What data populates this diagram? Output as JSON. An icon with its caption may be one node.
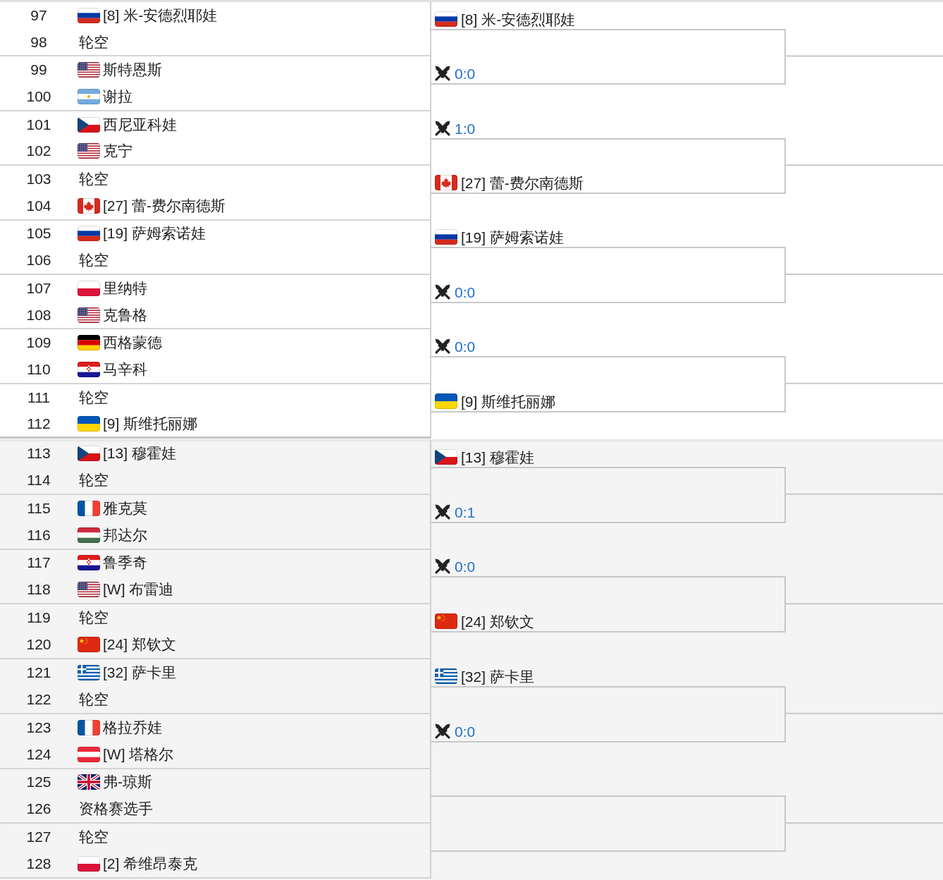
{
  "diagram": {
    "nodes": [
      {
        "text": [
          "97",
          "[8] 米-安德烈耶娃",
          "98",
          "轮空"
        ]
      },
      {
        "text": [
          "99",
          "斯特恩斯",
          "100",
          "谢拉"
        ]
      },
      {
        "text": [
          "101",
          "西尼亚科娃",
          "102",
          "克宁"
        ]
      },
      {
        "text": [
          "103",
          "轮空",
          "104",
          "[27] 蕾-费尔南德斯"
        ]
      },
      {
        "text": [
          "105",
          "[19] 萨姆索诺娃",
          "106",
          "轮空"
        ]
      },
      {
        "text": [
          "107",
          "里纳特",
          "108",
          "克鲁格"
        ]
      },
      {
        "text": [
          "109",
          "西格蒙德",
          "110",
          "马辛科"
        ]
      },
      {
        "text": [
          "111",
          "轮空",
          "112",
          "[9] 斯维托丽娜"
        ]
      },
      {
        "text": [
          "113",
          "[13] 穆霍娃",
          "114",
          "轮空"
        ]
      },
      {
        "text": [
          "115",
          "雅克莫",
          "116",
          "邦达尔"
        ]
      },
      {
        "text": [
          "117",
          "鲁季奇",
          "118",
          "[W] 布雷迪"
        ]
      },
      {
        "text": [
          "119",
          "轮空",
          "120",
          "[24] 郑钦文"
        ]
      },
      {
        "text": [
          "121",
          "[32] 萨卡里",
          "122",
          "轮空"
        ]
      },
      {
        "text": [
          "123",
          "格拉乔娃",
          "124",
          "[W] 塔格尔"
        ]
      },
      {
        "text": [
          "125",
          "弗-琼斯",
          "126",
          "资格赛选手"
        ]
      },
      {
        "text": [
          "127",
          "轮空",
          "128",
          "[2] 希维昂泰克"
        ]
      },
      {
        "text": [
          "[8] 米-安德烈耶娃"
        ]
      },
      {
        "text": [
          "0:0"
        ]
      },
      {
        "text": [
          "1:0"
        ]
      },
      {
        "text": [
          "[27] 蕾-费尔南德斯"
        ]
      },
      {
        "text": [
          "[19] 萨姆索诺娃"
        ]
      },
      {
        "text": [
          "0:0"
        ]
      },
      {
        "text": [
          "0:0"
        ]
      },
      {
        "text": [
          "[9] 斯维托丽娜"
        ]
      },
      {
        "text": [
          "[13] 穆霍娃"
        ]
      },
      {
        "text": [
          "0:1"
        ]
      },
      {
        "text": [
          "0:0"
        ]
      },
      {
        "text": [
          "[24] 郑钦文"
        ]
      },
      {
        "text": [
          "[32] 萨卡里"
        ]
      },
      {
        "text": [
          "0:0"
        ]
      },
      {
        "text": [],
        "shape": "bar"
      },
      {
        "text": [],
        "shape": "bar"
      }
    ],
    "edges": [
      {
        "from": 16,
        "to": null,
        "arrow": "none"
      },
      {
        "from": 17,
        "to": null,
        "arrow": "none"
      },
      {
        "from": 18,
        "to": null,
        "arrow": "none"
      },
      {
        "from": 19,
        "to": null,
        "arrow": "none"
      },
      {
        "from": 20,
        "to": null,
        "arrow": "none"
      },
      {
        "from": 21,
        "to": null,
        "arrow": "none"
      },
      {
        "from": 22,
        "to": null,
        "arrow": "none"
      },
      {
        "from": 23,
        "to": null,
        "arrow": "none"
      },
      {
        "from": 24,
        "to": null,
        "arrow": "none"
      },
      {
        "from": 25,
        "to": null,
        "arrow": "none"
      },
      {
        "from": 26,
        "to": null,
        "arrow": "none"
      },
      {
        "from": 27,
        "to": null,
        "arrow": "none"
      },
      {
        "from": 28,
        "to": null,
        "arrow": "none"
      },
      {
        "from": 29,
        "to": null,
        "arrow": "none"
      },
      {
        "from": 30,
        "to": null,
        "arrow": "none"
      },
      {
        "from": 31,
        "to": null,
        "arrow": "none"
      }
    ]
  }
}
